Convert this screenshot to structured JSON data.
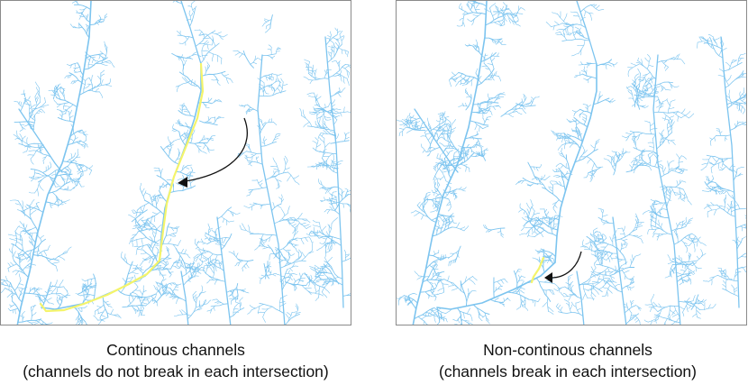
{
  "panels": [
    {
      "caption_line1": "Continous channels",
      "caption_line2": "(channels do not break in each intersection)",
      "highlight_color": "#f4f46a",
      "stream_color": "#7cc4ef"
    },
    {
      "caption_line1": "Non-continous channels",
      "caption_line2": "(channels break in each intersection)",
      "highlight_color": "#f4f46a",
      "stream_color": "#7cc4ef"
    }
  ]
}
